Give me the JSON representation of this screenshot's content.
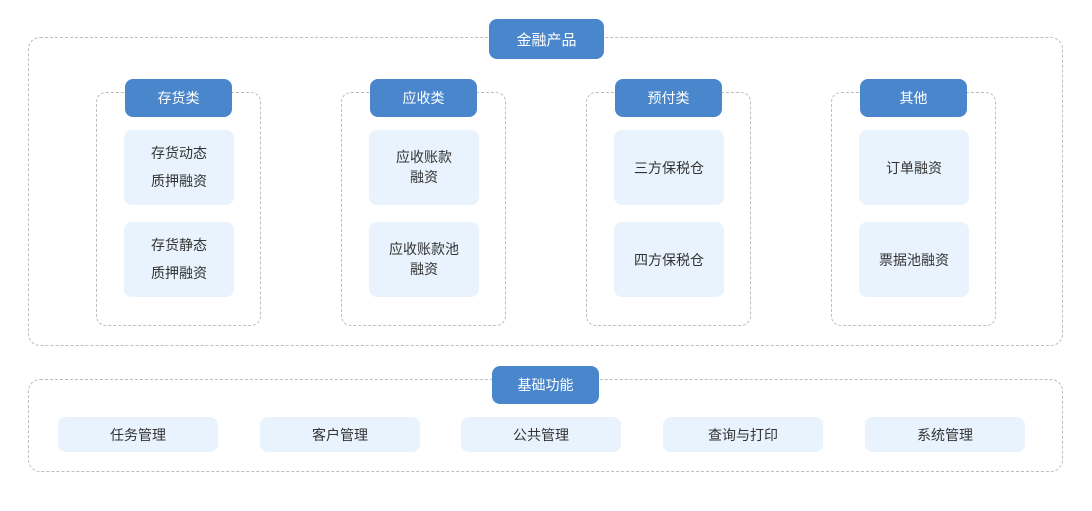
{
  "financial_products": {
    "title": "金融产品",
    "categories": [
      {
        "title": "存货类",
        "items": [
          {
            "lines": [
              "存货动态",
              "质押融资"
            ]
          },
          {
            "lines": [
              "存货静态",
              "质押融资"
            ]
          }
        ]
      },
      {
        "title": "应收类",
        "items": [
          {
            "lines": [
              "应收账款",
              "融资"
            ]
          },
          {
            "lines": [
              "应收账款池",
              "融资"
            ]
          }
        ]
      },
      {
        "title": "预付类",
        "items": [
          {
            "lines": [
              "三方保税仓"
            ]
          },
          {
            "lines": [
              "四方保税仓"
            ]
          }
        ]
      },
      {
        "title": "其他",
        "items": [
          {
            "lines": [
              "订单融资"
            ]
          },
          {
            "lines": [
              "票据池融资"
            ]
          }
        ]
      }
    ]
  },
  "basic_functions": {
    "title": "基础功能",
    "items": [
      "任务管理",
      "客户管理",
      "公共管理",
      "查询与打印",
      "系统管理"
    ]
  },
  "colors": {
    "header_blue": "#4a86cc",
    "card_bg": "#e8f3fd",
    "dash_border": "#bdbdbd"
  }
}
